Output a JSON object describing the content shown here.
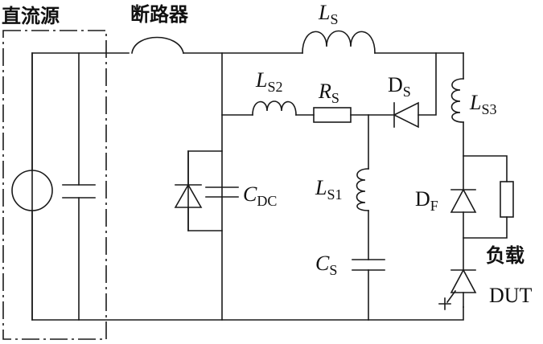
{
  "labels": {
    "dc_source": "直流源",
    "breaker": "断路器",
    "load": "负载",
    "dut": "DUT"
  },
  "components": {
    "ls": {
      "sym": "L",
      "sub": "S"
    },
    "ls2": {
      "sym": "L",
      "sub": "S2"
    },
    "rs": {
      "sym": "R",
      "sub": "S"
    },
    "ds": {
      "sym": "D",
      "sub": "S"
    },
    "ls3": {
      "sym": "L",
      "sub": "S3"
    },
    "cdc": {
      "sym": "C",
      "sub": "DC"
    },
    "ls1": {
      "sym": "L",
      "sub": "S1"
    },
    "df": {
      "sym": "D",
      "sub": "F"
    },
    "cs": {
      "sym": "C",
      "sub": "S"
    }
  }
}
